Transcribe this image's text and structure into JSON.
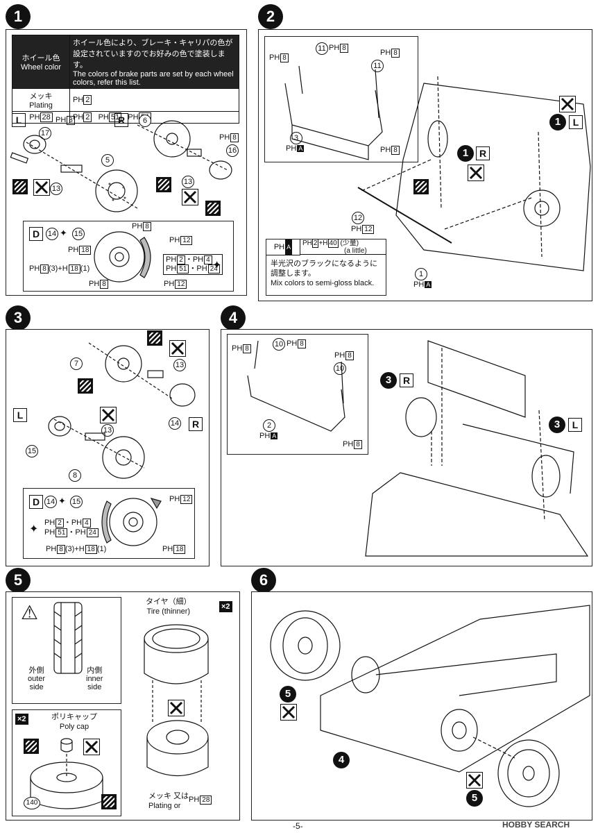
{
  "steps": [
    "1",
    "2",
    "3",
    "4",
    "5",
    "6"
  ],
  "step1": {
    "table": {
      "header_jp": "ホイール色",
      "header_en": "Wheel color",
      "desc_jp": "ホイール色により、ブレーキ・キャリパの色が設定されていますのでお好みの色で塗装します。",
      "desc_en": "The colors of brake parts are set by each wheel colors, refer this list.",
      "row_jp": "メッキ",
      "row_en": "Plating",
      "row_val": "2",
      "foot_left": "28",
      "foot_vals": [
        "2",
        "51",
        "24"
      ]
    },
    "left_label": "L",
    "right_label": "R",
    "parts": {
      "p17": "17",
      "p5": "5",
      "p13a": "13",
      "p6": "6",
      "p16": "16",
      "p13b": "13"
    },
    "paint": {
      "c8a": "8",
      "c8b": "8"
    },
    "detail": {
      "d": "D",
      "p14": "14",
      "p15": "15",
      "ph8": "8",
      "ph18": "18",
      "mix_a": "8",
      "mix_b": "(3)+",
      "mix_c": "18",
      "mix_d": "(1)",
      "ph12a": "12",
      "ph2": "2",
      "ph4": "4",
      "ph51": "51",
      "ph24": "24",
      "ph8b": "8",
      "ph12b": "12"
    }
  },
  "step2": {
    "parts": {
      "p11a": "11",
      "p11b": "11",
      "p3": "3",
      "p12": "12",
      "p1": "1"
    },
    "paint": {
      "c8a": "8",
      "c8b": "8",
      "c8c": "8",
      "c8d": "8",
      "cA1": "A",
      "c12": "12",
      "cA2": "A"
    },
    "refs": {
      "r1L": "1",
      "L": "L",
      "r1R": "1",
      "R": "R"
    },
    "mix": {
      "code": "A",
      "v1": "2",
      "v2": "40",
      "little_jp": "(少量)",
      "little_en": "(a little)",
      "note_jp": "半光沢のブラックになるように調整します。",
      "note_en": "Mix colors to semi-gloss black."
    }
  },
  "step3": {
    "parts": {
      "p7": "7",
      "p13a": "13",
      "p14": "14",
      "p15": "15",
      "p13b": "13",
      "p8": "8"
    },
    "left_label": "L",
    "right_label": "R",
    "detail": {
      "d": "D",
      "p14": "14",
      "p15": "15",
      "ph12": "12",
      "ph2": "2",
      "ph4": "4",
      "ph51": "51",
      "ph24": "24",
      "ph18": "18",
      "mix_a": "8",
      "mix_b": "(3)+",
      "mix_c": "18",
      "mix_d": "(1)"
    }
  },
  "step4": {
    "parts": {
      "p10a": "10",
      "p10b": "10",
      "p2": "2"
    },
    "paint": {
      "c8a": "8",
      "c8b": "8",
      "c8c": "8",
      "c8d": "8",
      "cA": "A"
    },
    "refs": {
      "r3R": "3",
      "R": "R",
      "r3L": "3",
      "L": "L"
    }
  },
  "step5": {
    "tire_jp": "タイヤ（細）",
    "tire_en": "Tire (thinner)",
    "x2a": "×2",
    "x2b": "×2",
    "outer_jp": "外側",
    "outer_en1": "outer",
    "outer_en2": "side",
    "inner_jp": "内側",
    "inner_en1": "inner",
    "inner_en2": "side",
    "polycap_jp": "ポリキャップ",
    "polycap_en": "Poly cap",
    "p140": "140",
    "plating_jp": "メッキ 又は",
    "plating_en": "Plating or",
    "plating_code": "28"
  },
  "step6": {
    "parts": {
      "p5a": "5",
      "p4": "4",
      "p5b": "5"
    }
  },
  "ph_prefix": "PH",
  "footer": {
    "page": "-5-",
    "brand": "HOBBY SEARCH"
  }
}
